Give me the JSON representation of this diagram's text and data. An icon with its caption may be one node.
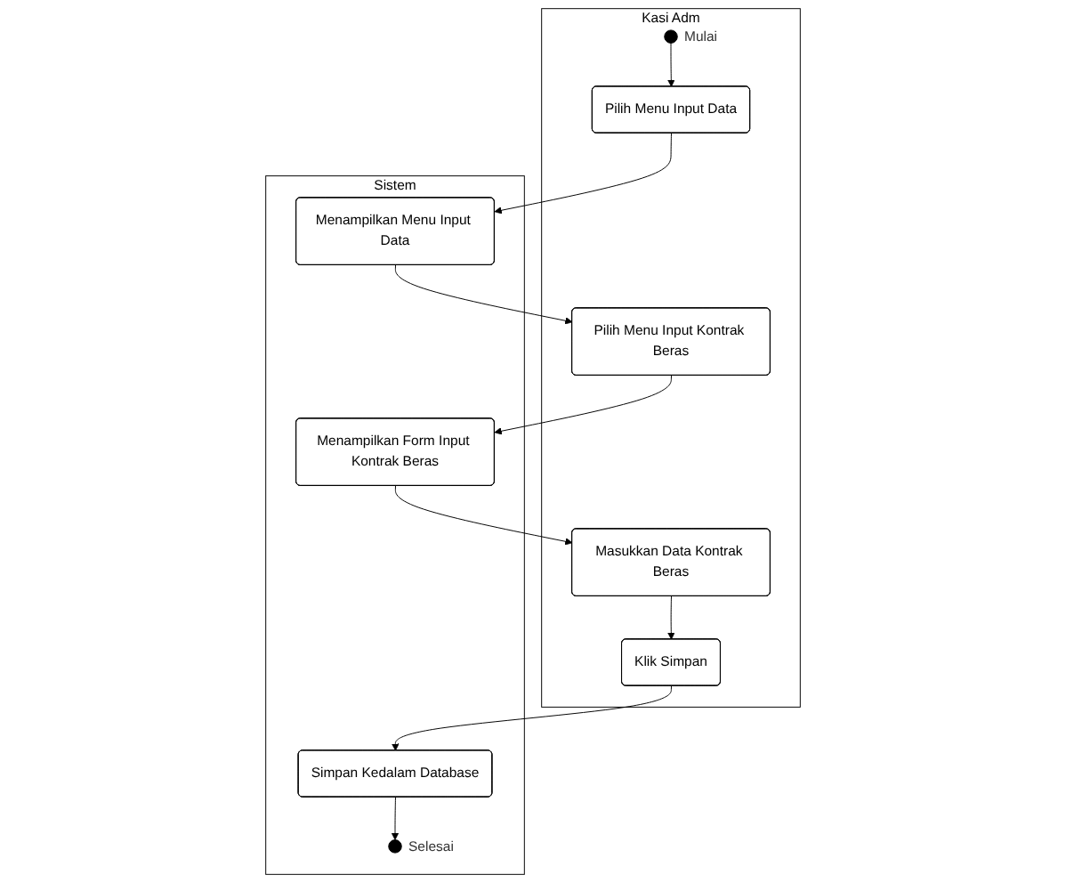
{
  "diagram": {
    "nodes": [
      {
        "text": [
          "Kasi Adm"
        ]
      },
      {
        "text": [],
        "shape": "circle",
        "in": 0,
        "beside": [
          "Mulai"
        ]
      },
      {
        "text": [
          "Pilih Menu Input Data"
        ],
        "in": 0
      },
      {
        "text": [
          "Pilih Menu Input Kontrak Beras"
        ],
        "in": 0
      },
      {
        "text": [
          "Masukkan Data Kontrak Beras"
        ],
        "in": 0
      },
      {
        "text": [
          "Klik Simpan"
        ],
        "in": 0
      },
      {
        "text": [
          "Sistem"
        ]
      },
      {
        "text": [
          "Menampilkan Menu Input Data"
        ],
        "in": 6
      },
      {
        "text": [
          "Menampilkan Form Input Kontrak Beras"
        ],
        "in": 6
      },
      {
        "text": [
          "Simpan Kedalam Database"
        ],
        "in": 6
      },
      {
        "text": [],
        "shape": "circle",
        "in": 6,
        "beside": [
          "Selesai"
        ]
      }
    ],
    "edges": [
      {
        "from": 1,
        "to": 2,
        "arrow": "to"
      },
      {
        "from": 2,
        "to": 7,
        "arrow": "to"
      },
      {
        "from": 7,
        "to": 3,
        "arrow": "to"
      },
      {
        "from": 3,
        "to": 8,
        "arrow": "to"
      },
      {
        "from": 8,
        "to": 4,
        "arrow": "to"
      },
      {
        "from": 4,
        "to": 5,
        "arrow": "to"
      },
      {
        "from": 5,
        "to": 9,
        "arrow": "to"
      },
      {
        "from": 9,
        "to": 10,
        "arrow": "to"
      }
    ]
  }
}
